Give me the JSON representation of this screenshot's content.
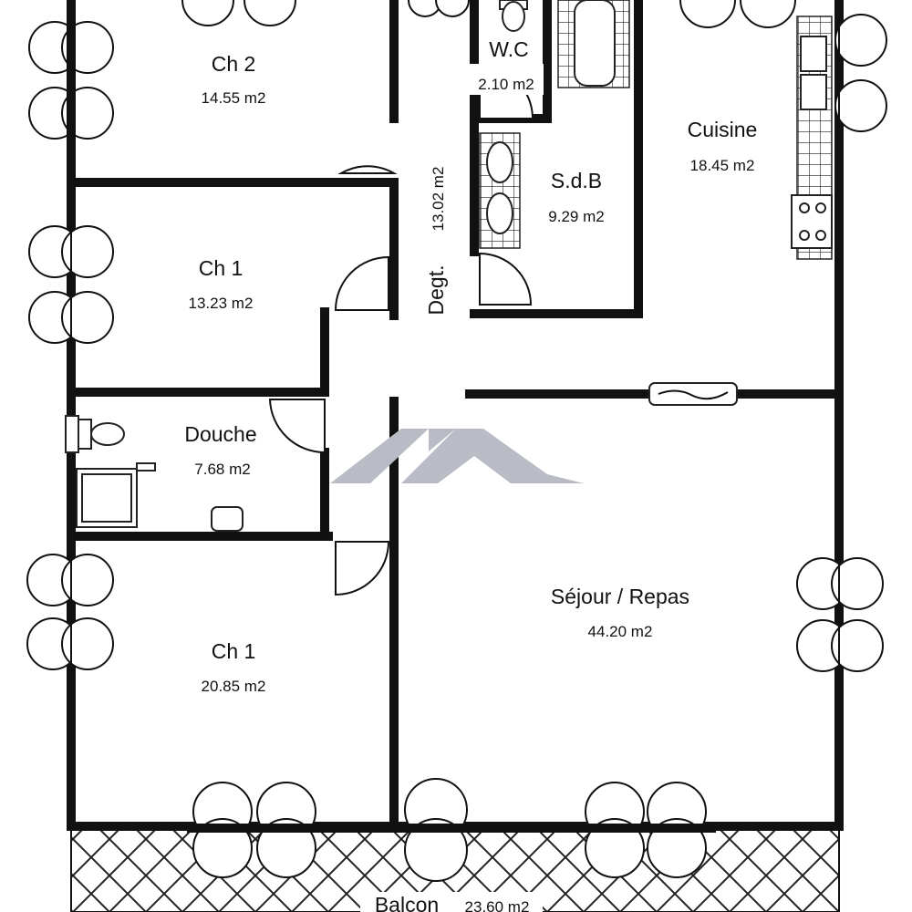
{
  "rooms": {
    "ch2": {
      "name": "Ch 2",
      "area": "14.55 m2"
    },
    "wc": {
      "name": "W.C",
      "area": "2.10 m2"
    },
    "cuisine": {
      "name": "Cuisine",
      "area": "18.45 m2"
    },
    "sdb": {
      "name": "S.d.B",
      "area": "9.29 m2"
    },
    "degt": {
      "name": "Degt.",
      "area": "13.02 m2"
    },
    "ch1_top": {
      "name": "Ch 1",
      "area": "13.23 m2"
    },
    "douche": {
      "name": "Douche",
      "area": "7.68 m2"
    },
    "ch1_bottom": {
      "name": "Ch 1",
      "area": "20.85 m2"
    },
    "sejour": {
      "name": "Séjour / Repas",
      "area": "44.20 m2"
    },
    "balcon": {
      "name": "Balcon",
      "area": "23.60 m2"
    }
  },
  "colors": {
    "walls": "#111111",
    "logo": "#b9bcc4",
    "background": "#ffffff"
  }
}
